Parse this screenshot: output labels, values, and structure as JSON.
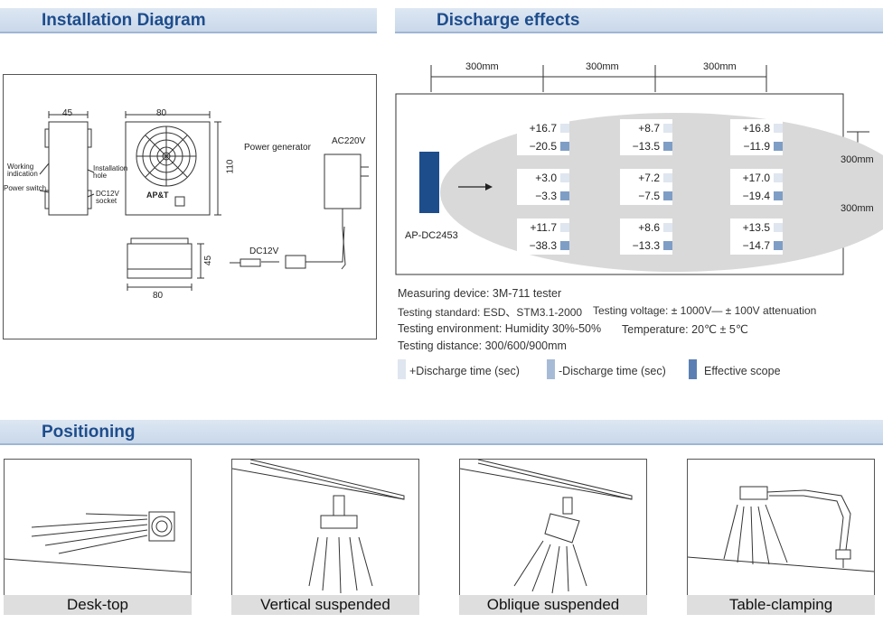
{
  "headers": {
    "installation": "Installation Diagram",
    "discharge": "Discharge effects",
    "positioning": "Positioning"
  },
  "install": {
    "dims": {
      "w45": "45",
      "w80_top": "80",
      "h110": "110",
      "h45": "45",
      "w80_bottom": "80"
    },
    "labels": {
      "working_indication": "Working\nindication",
      "power_switch": "Power switch",
      "installation_hole": "Installation\nhole",
      "dc12v_socket": "DC12V\nsocket",
      "power_generator": "Power generator",
      "ac220v": "AC220V",
      "dc12v": "DC12V",
      "brand": "AP&T"
    }
  },
  "discharge": {
    "distances": [
      "300mm",
      "300mm",
      "300mm"
    ],
    "vertical_distances": [
      "300mm",
      "300mm"
    ],
    "device_label": "AP-DC2453",
    "grid": [
      [
        {
          "pos": "+16.7",
          "neg": "−20.5"
        },
        {
          "pos": "+8.7",
          "neg": "−13.5"
        },
        {
          "pos": "+16.8",
          "neg": "−11.9"
        }
      ],
      [
        {
          "pos": "+3.0",
          "neg": "−3.3"
        },
        {
          "pos": "+7.2",
          "neg": "−7.5"
        },
        {
          "pos": "+17.0",
          "neg": "−19.4"
        }
      ],
      [
        {
          "pos": "+11.7",
          "neg": "−38.3"
        },
        {
          "pos": "+8.6",
          "neg": "−13.3"
        },
        {
          "pos": "+13.5",
          "neg": "−14.7"
        }
      ]
    ],
    "info": {
      "measuring_device": "Measuring device: 3M-711 tester",
      "testing_standard": "Testing standard: ESD、STM3.1-2000",
      "testing_voltage": "Testing voltage: ± 1000V— ± 100V  attenuation",
      "testing_environment": "Testing environment: Humidity 30%-50%",
      "temperature": "Temperature: 20℃ ± 5℃",
      "testing_distance": "Testing distance: 300/600/900mm"
    },
    "legend": {
      "pos_time": "+Discharge time (sec)",
      "neg_time": "-Discharge time (sec)",
      "scope": "Effective scope"
    },
    "colors": {
      "light": "#dfe6ef",
      "mid": "#7f9ec6",
      "dark": "#1e4d8c"
    }
  },
  "positioning": {
    "items": [
      "Desk-top",
      "Vertical suspended",
      "Oblique suspended",
      "Table-clamping"
    ]
  }
}
